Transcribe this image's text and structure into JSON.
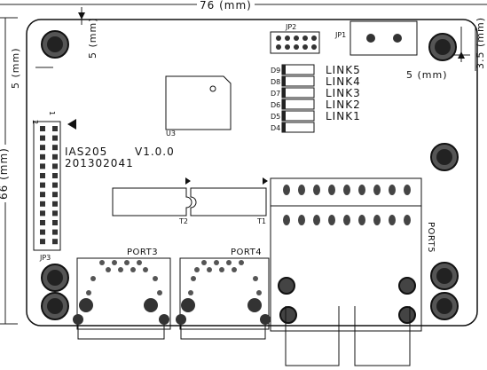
{
  "dimensions": {
    "width": "76 (mm)",
    "height": "66 (mm)",
    "hole_x": "5 (mm)",
    "hole_y_left": "5 (mm)",
    "hole_left_margin": "5 (mm)",
    "hole_right": "5 (mm)",
    "hole_right_top": "3.5 (mm)"
  },
  "board": {
    "name": "IAS205",
    "version": "V1.0.0",
    "date_code": "201302041"
  },
  "connectors": {
    "jp1": "JP1",
    "jp2": "JP2",
    "jp3": "JP3",
    "jp3_pin1": "1",
    "jp3_pin2": "2"
  },
  "chips": {
    "u3": "U3",
    "t1": "T1",
    "t2": "T2"
  },
  "leds": [
    {
      "ref": "D9",
      "label": "LINK5"
    },
    {
      "ref": "D8",
      "label": "LINK4"
    },
    {
      "ref": "D7",
      "label": "LINK3"
    },
    {
      "ref": "D6",
      "label": "LINK2"
    },
    {
      "ref": "D5",
      "label": "LINK1"
    },
    {
      "ref": "D4",
      "label": ""
    }
  ],
  "ports": {
    "port3": "PORT3",
    "port4": "PORT4",
    "port5": "PORT5"
  }
}
